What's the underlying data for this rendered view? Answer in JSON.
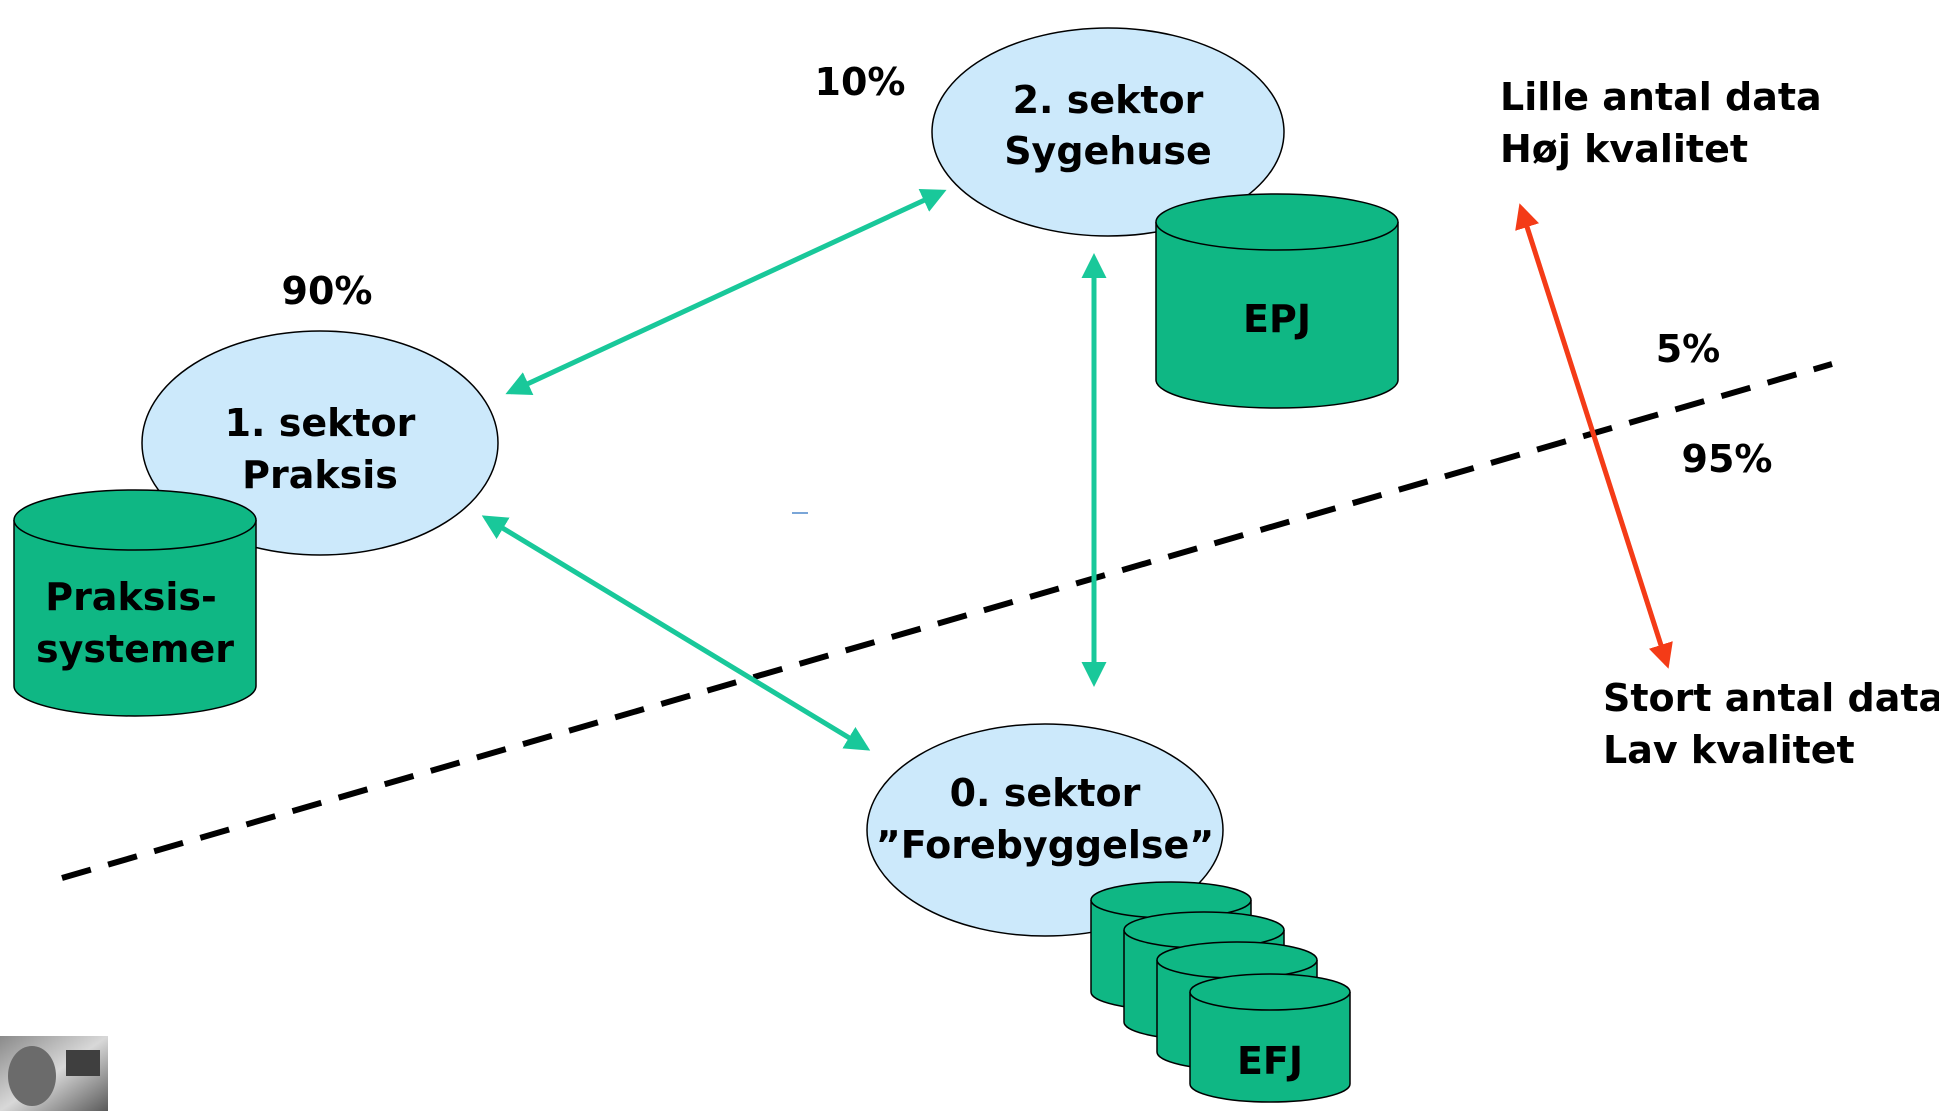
{
  "colors": {
    "ellipse_fill": "#cce9fb",
    "cylinder_fill": "#0fb784",
    "arrow_green": "#19c89a",
    "arrow_red": "#f43b17",
    "dashed_line": "#000000"
  },
  "sectors": {
    "sector2": {
      "line1": "2. sektor",
      "line2": "Sygehuse"
    },
    "sector1": {
      "line1": "1. sektor",
      "line2": "Praksis"
    },
    "sector0": {
      "line1": "0. sektor",
      "line2": "”Forebyggelse”"
    }
  },
  "databases": {
    "epj": "EPJ",
    "praksis": {
      "line1": "Praksis-",
      "line2": "systemer"
    },
    "efj": "EFJ"
  },
  "percentages": {
    "sector2": "10%",
    "sector1": "90%",
    "above_line": "5%",
    "below_line": "95%"
  },
  "quality": {
    "top_line1": "Lille antal data",
    "top_line2": "Høj kvalitet",
    "bottom_line1": "Stort antal data",
    "bottom_line2": "Lav kvalitet"
  },
  "icons": {
    "photo": "person-photo-icon"
  }
}
